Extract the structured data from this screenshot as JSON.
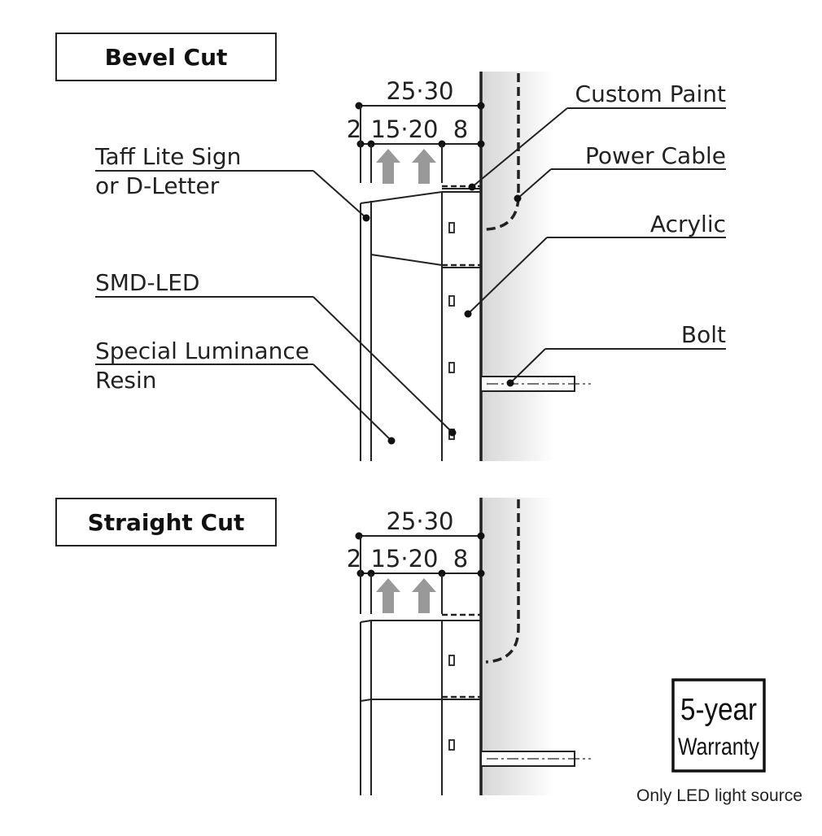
{
  "bevel": {
    "title": "Bevel Cut",
    "dim_total": "25·30",
    "dim_left": "2",
    "dim_mid": "15·20",
    "dim_right": "8",
    "labels": {
      "custom_paint": "Custom Paint",
      "power_cable": "Power Cable",
      "acrylic": "Acrylic",
      "bolt": "Bolt",
      "sign_line1": "Taff Lite Sign",
      "sign_line2": "or D-Letter",
      "smd_led": "SMD-LED",
      "resin_line1": "Special Luminance",
      "resin_line2": "Resin"
    }
  },
  "straight": {
    "title": "Straight Cut",
    "dim_total": "25·30",
    "dim_left": "2",
    "dim_mid": "15·20",
    "dim_right": "8"
  },
  "warranty": {
    "line1": "5-year",
    "line2": "Warranty",
    "note": "Only LED light source"
  },
  "colors": {
    "line": "#222222",
    "arrow": "#999999",
    "wall_gradient_start": "#d9d9d9",
    "wall_gradient_end": "#ffffff"
  }
}
